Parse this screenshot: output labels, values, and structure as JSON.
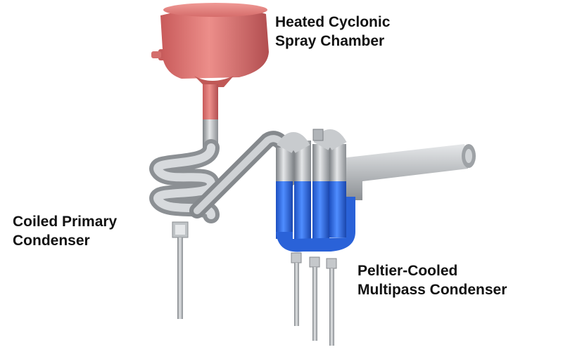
{
  "labels": {
    "spray_chamber": [
      "Heated Cyclonic",
      "Spray Chamber"
    ],
    "primary_condenser": [
      "Coiled Primary",
      "Condenser"
    ],
    "multipass_condenser": [
      "Peltier-Cooled",
      "Multipass Condenser"
    ]
  },
  "colors": {
    "spray_chamber": "#e07a78",
    "metal_tubing": "#b8bcc0",
    "cooled_section": "#2f6ee6",
    "background": "#ffffff"
  }
}
